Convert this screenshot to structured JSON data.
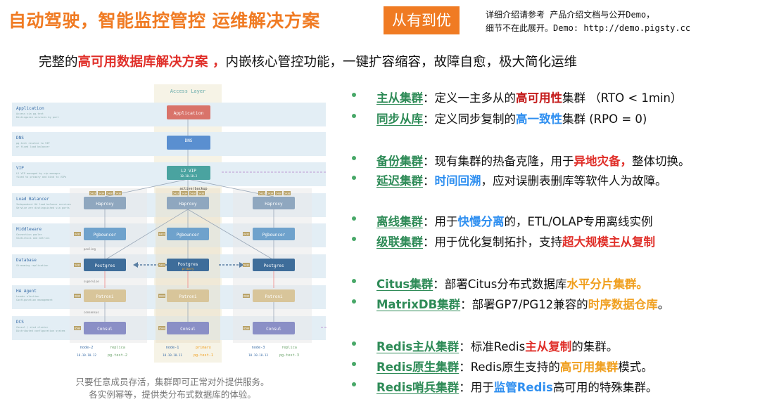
{
  "header": {
    "title": "自动驾驶，智能监控管控 运维解决方案",
    "badge": "从有到优",
    "note_line1": "详细介绍请参考 产品介绍文档与公开Demo，",
    "note_line2": "细节不在此展开。Demo: http://demo.pigsty.cc"
  },
  "subtitle": {
    "prefix": "完整的",
    "highlight": "高可用数据库解决方案 ，",
    "rest": "内嵌核心管控功能，一键扩容缩容，故障自愈，极大简化运维"
  },
  "diagram": {
    "access_layer": "Access Layer",
    "layers": [
      {
        "name": "Application",
        "desc1": "Access via pg-test",
        "desc2": "Distinguish services by port"
      },
      {
        "name": "DNS",
        "desc1": "pg-test resolve to VIP",
        "desc2": "or fixed load balancer"
      },
      {
        "name": "VIP",
        "desc1": "L2 VIP managed by vip-manager",
        "desc2": "fixed to primary and bind to VIPs"
      },
      {
        "name": "Load Balancer",
        "desc1": "Independent HA load balance services",
        "desc2": "Service are distinguished via ports"
      },
      {
        "name": "Middleware",
        "desc1": "Connection pooler",
        "desc2": "Statistics and metrics"
      },
      {
        "name": "Database",
        "desc1": "Streaming replication",
        "desc2": ""
      },
      {
        "name": "HA Agent",
        "desc1": "Leader election",
        "desc2": "Configuration management"
      },
      {
        "name": "DCS",
        "desc1": "Consul / etcd cluster",
        "desc2": "Distributed configuration system"
      }
    ],
    "center_nodes": {
      "application": "Application",
      "dns": "DNS",
      "vip": "L2 VIP",
      "vip_ip": "10.10.10.3"
    },
    "active_backup": "active/backup",
    "node_components": {
      "haproxy": "Haproxy",
      "pgbouncer": "Pgbouncer",
      "postgres": "Postgres",
      "patroni": "Patroni",
      "consul": "Consul"
    },
    "ports": [
      "5433",
      "5434",
      "5436",
      "5438",
      "6432",
      "5432",
      "8008",
      "8500"
    ],
    "node_roles": [
      "",
      "primary",
      ""
    ],
    "edge_labels": {
      "pooling": "pooling",
      "supervise": "supervise",
      "consensus": "consensus"
    },
    "nodes": [
      {
        "name": "node-2",
        "role": "replica",
        "ip": "10.10.10.12",
        "instance": "pg-test-2"
      },
      {
        "name": "node-1",
        "role": "primary",
        "ip": "10.10.10.11",
        "instance": "pg-test-1"
      },
      {
        "name": "node-3",
        "role": "replica",
        "ip": "10.10.10.13",
        "instance": "pg-test-3"
      }
    ]
  },
  "caption": {
    "line1": "只要任意成员存活，集群即可正常对外提供服务。",
    "line2": "各实例幂等，提供类分布式数据库的体验。"
  },
  "features": [
    {
      "key": "主从集群",
      "a": "：定义一主多从的",
      "h1": "高可用性",
      "b": "集群 （RTO < 1min）",
      "h2": "",
      "c": ""
    },
    {
      "key": "同步从库",
      "a": "：定义同步复制的",
      "h1": "高一致性",
      "b": "集群 (RPO = 0)",
      "h2": "",
      "c": ""
    },
    {
      "key": "备份集群",
      "a": "：现有集群的热备克隆，用于",
      "h1": "异地灾备，",
      "b": "整体切换。",
      "h2": "",
      "c": ""
    },
    {
      "key": "延迟集群",
      "a": "：",
      "h1": "时间回溯",
      "b": "，应对误删表删库等软件人为故障。",
      "h2": "",
      "c": ""
    },
    {
      "key": "离线集群",
      "a": "：用于",
      "h1": "快慢分离",
      "b": "的，ETL/OLAP专用离线实例",
      "h2": "",
      "c": ""
    },
    {
      "key": "级联集群",
      "a": "：用于优化复制拓扑，支持",
      "h1": "超大规模主从复制",
      "b": "",
      "h2": "",
      "c": ""
    },
    {
      "key": "Citus集群",
      "a": "：部署Citus分布式数据库",
      "h1": "水平分片集群。",
      "b": "",
      "h2": "",
      "c": ""
    },
    {
      "key": "MatrixDB集群",
      "a": "：部署GP7/PG12兼容的",
      "h1": "时序数据仓库",
      "b": "。",
      "h2": "",
      "c": ""
    },
    {
      "key": "Redis主从集群",
      "a": "：标准Redis",
      "h1": "主从复制",
      "b": "的集群。",
      "h2": "",
      "c": ""
    },
    {
      "key": "Redis原生集群",
      "a": "：Redis原生支持的",
      "h1": "高可用集群",
      "b": "模式。",
      "h2": "",
      "c": ""
    },
    {
      "key": "Redis哨兵集群",
      "a": "：用于",
      "h1": "监管Redis",
      "b": "高可用的特殊集群。",
      "h2": "",
      "c": ""
    }
  ],
  "colors": {
    "title": "#f07b23",
    "highlight_red": "#e0302a",
    "key_green": "#2e8b57",
    "highlight_blue": "#2f8ff0",
    "highlight_orange": "#f0a020"
  }
}
